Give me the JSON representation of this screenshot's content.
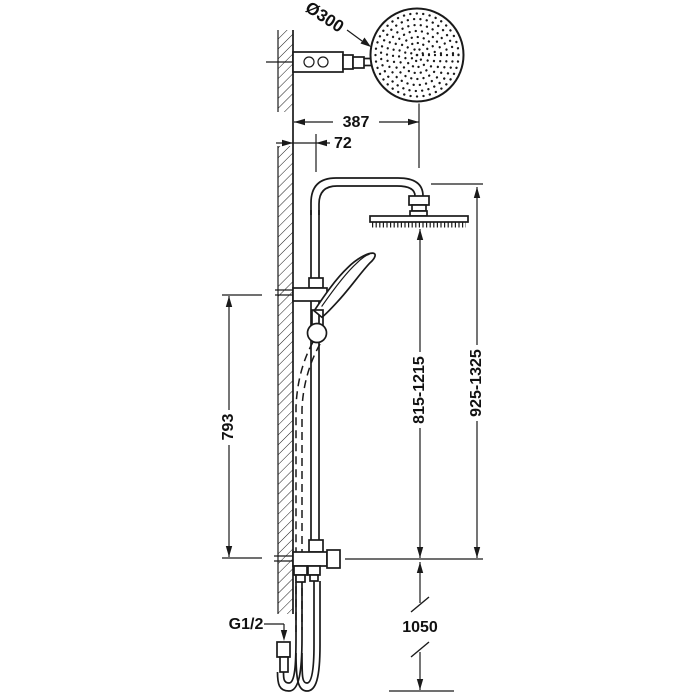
{
  "drawing": {
    "type": "technical-dimension-drawing",
    "subject": "wall-mounted shower column with rain head and hand shower",
    "colors": {
      "line": "#1a1a1a",
      "background": "#ffffff"
    },
    "dimensions": {
      "head_diameter": "Ø300",
      "arm_reach": "387",
      "wall_offset": "72",
      "slide_bar_length": "793",
      "handshower_height_range": "815-1215",
      "column_height_range": "925-1325",
      "supply_height": "1050",
      "thread_size": "G1/2"
    }
  }
}
